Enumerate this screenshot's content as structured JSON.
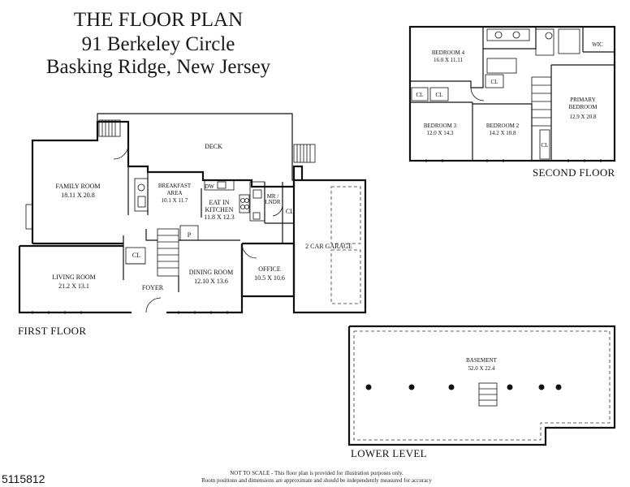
{
  "title": {
    "line1": "THE FLOOR PLAN",
    "line2": "91 Berkeley Circle",
    "line3": "Basking Ridge, New Jersey"
  },
  "floors": {
    "first": "FIRST FLOOR",
    "second": "SECOND FLOOR",
    "lower": "LOWER LEVEL"
  },
  "rooms": {
    "family_room": {
      "name": "FAMILY ROOM",
      "dims": "18.11 X 20.8"
    },
    "breakfast": {
      "name1": "BREAKFAST",
      "name2": "AREA",
      "dims": "10.1 X 11.7"
    },
    "kitchen": {
      "name1": "EAT IN",
      "name2": "KITCHEN",
      "dims": "11.8 X 12.3"
    },
    "deck": {
      "name": "DECK"
    },
    "living_room": {
      "name": "LIVING ROOM",
      "dims": "21.2 X 13.1"
    },
    "dining_room": {
      "name": "DINING ROOM",
      "dims": "12.10 X 13.6"
    },
    "foyer": {
      "name": "FOYER"
    },
    "office": {
      "name": "OFFICE",
      "dims": "10.5 X 10.6"
    },
    "garage": {
      "name": "2 CAR GARAGE"
    },
    "laundry": {
      "name1": "MR /",
      "name2": "LNDR"
    },
    "bedroom4": {
      "name": "BEDROOM 4",
      "dims": "16.0 X 11.11"
    },
    "bedroom3": {
      "name": "BEDROOM 3",
      "dims": "12.0 X 14.3"
    },
    "bedroom2": {
      "name": "BEDROOM 2",
      "dims": "14.2 X 10.8"
    },
    "primary": {
      "name1": "PRIMARY",
      "name2": "BEDROOM",
      "dims": "12.9 X 20.8"
    },
    "basement": {
      "name": "BASEMENT",
      "dims": "52.0 X 22.4"
    }
  },
  "fixtures": {
    "closet": "CL",
    "walk_in_closet": "WIC",
    "dishwasher": "DW",
    "pantry": "P"
  },
  "listing_number": "5115812",
  "disclaimer": {
    "line1": "NOT TO SCALE - This floor plan is provided for illustration purposes only.",
    "line2": "Room positions and dimensions are approximate and should be independently measured for accuracy"
  }
}
